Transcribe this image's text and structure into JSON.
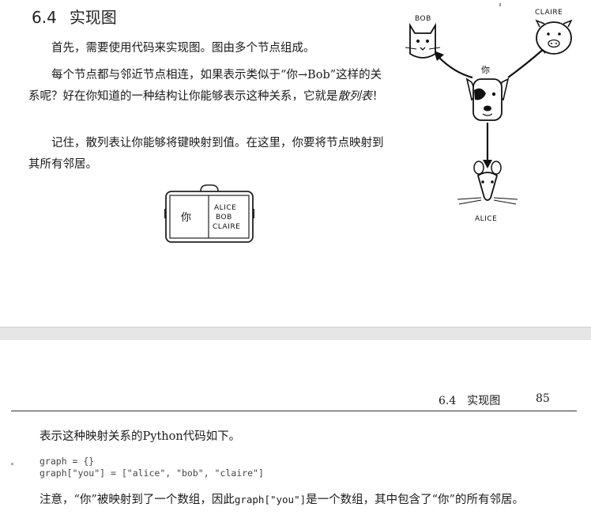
{
  "page1": {
    "section_number": "6.4",
    "section_title": "实现图",
    "para1": "首先，需要使用代码来实现图。图由多个节点组成。",
    "para2_a": "每个节点都与邻近节点相连，如果表示类似于“你→Bob”这样的关系呢？好在你知道的一种结构让你能够表示这种关系，它就是",
    "para2_hand": "散列表",
    "para2_b": "！",
    "para3": "记住，散列表让你能够将键映射到值。在这里，你要将节点映射到其所有邻居。",
    "hash_table": {
      "key": "你",
      "values": [
        "ALICE",
        "BOB",
        "CLAIRE"
      ]
    },
    "graph": {
      "you": "你",
      "bob": "BOB",
      "claire": "CLAIRE",
      "alice": "ALICE"
    }
  },
  "page2": {
    "running_title": "6.4　实现图",
    "page_number": "85",
    "intro": "表示这种映射关系的Python代码如下。",
    "code_lines": [
      "graph = {}",
      "graph[\"you\"] = [\"alice\", \"bob\", \"claire\"]"
    ],
    "note_a": "注意，“你”被映射到了一个数组，因此",
    "note_code": "graph[\"you\"]",
    "note_b": "是一个数组，其中包含了“你”的所有邻居。"
  }
}
